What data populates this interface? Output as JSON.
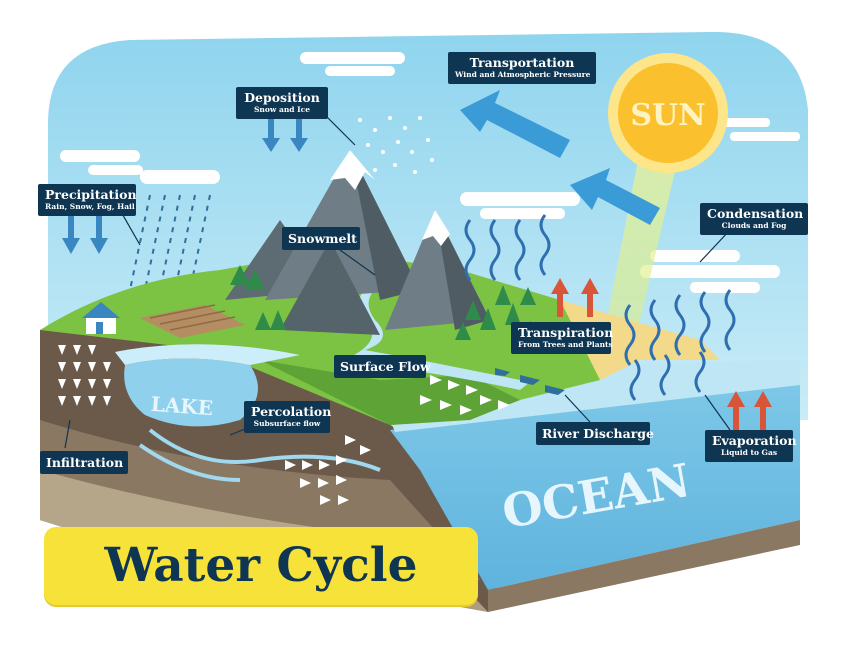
{
  "title": "Water Cycle",
  "sun": "SUN",
  "lake": "LAKE",
  "ocean": "OCEAN",
  "labels": {
    "transportation": {
      "title": "Transportation",
      "sub": "Wind and Atmospheric Pressure"
    },
    "deposition": {
      "title": "Deposition",
      "sub": "Snow and Ice"
    },
    "precipitation": {
      "title": "Precipitation",
      "sub": "Rain, Snow, Fog, Hail"
    },
    "snowmelt": {
      "title": "Snowmelt"
    },
    "condensation": {
      "title": "Condensation",
      "sub": "Clouds and Fog"
    },
    "transpiration": {
      "title": "Transpiration",
      "sub": "From Trees and Plants"
    },
    "surface_flow": {
      "title": "Surface Flow"
    },
    "percolation": {
      "title": "Percolation",
      "sub": "Subsurface flow"
    },
    "river_discharge": {
      "title": "River Discharge"
    },
    "evaporation": {
      "title": "Evaporation",
      "sub": "Liquid to Gas"
    },
    "infiltration": {
      "title": "Infiltration"
    }
  },
  "colors": {
    "sky": "#a9def0",
    "label_bg": "#0e3552",
    "banner": "#f7e23a",
    "ocean": "#7cc6e6",
    "grass": "#7cc243",
    "soil": "#6b5a4a",
    "sun": "#fbc02d",
    "arrow_blue": "#3a9bd6",
    "arrow_red": "#d8553a"
  }
}
